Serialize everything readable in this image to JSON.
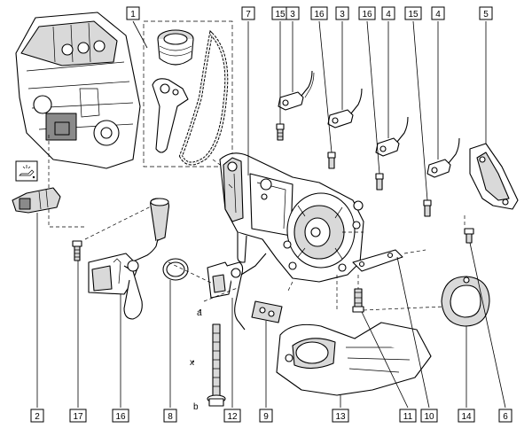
{
  "callouts": {
    "top": [
      "1",
      "7",
      "15",
      "3",
      "16",
      "3",
      "16",
      "4",
      "15",
      "4",
      "5"
    ],
    "bottom": [
      "2",
      "17",
      "16",
      "8",
      "12",
      "9",
      "13",
      "11",
      "10",
      "14",
      "6"
    ]
  },
  "marks": {
    "small_a": "a",
    "small_x": "x",
    "small_b": "b"
  },
  "icons": {
    "oil_warning": "oil-pressure-warning-icon"
  }
}
